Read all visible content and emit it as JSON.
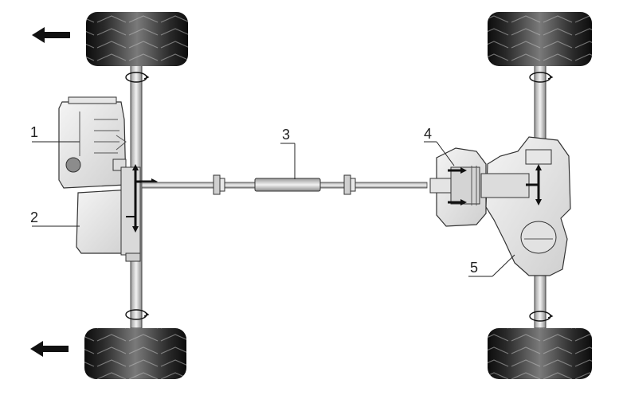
{
  "callouts": {
    "engine": "1",
    "transmission": "2",
    "propeller_shaft": "3",
    "coupling": "4",
    "rear_differential": "5"
  },
  "colors": {
    "ink": "#1a1a1a",
    "tire_dark": "#141414",
    "tire_mid": "#6e6e6e",
    "metal_light": "#eeeeee",
    "metal_mid": "#c8c8c8",
    "metal_dark": "#9a9a9a"
  },
  "icons": {
    "direction": "arrow-left-icon",
    "rotation": "rotation-icon",
    "torque_flow": "torque-flow-arrow-icon"
  }
}
